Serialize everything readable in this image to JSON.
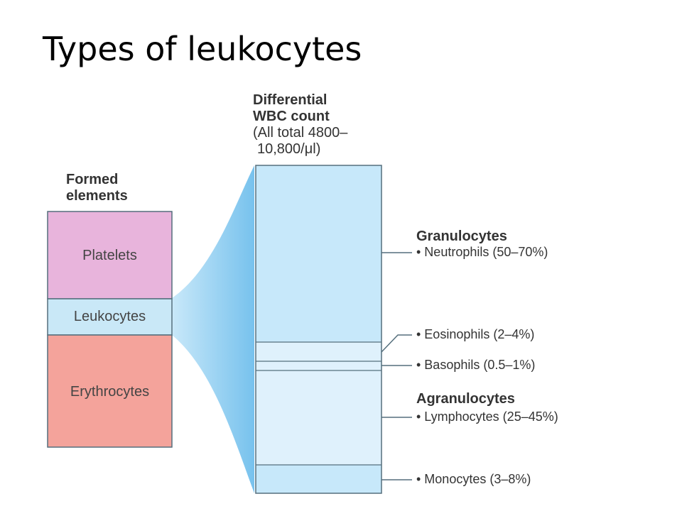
{
  "title": "Types of leukocytes",
  "formed_elements": {
    "heading_line1": "Formed",
    "heading_line2": "elements",
    "items": [
      {
        "label": "Platelets",
        "color": "#e8b4dc"
      },
      {
        "label": "Leukocytes",
        "color": "#c9e8f7"
      },
      {
        "label": "Erythrocytes",
        "color": "#f4a39b"
      }
    ]
  },
  "differential": {
    "heading_line1": "Differential",
    "heading_line2": "WBC count",
    "heading_line3": "(All total 4800–",
    "heading_line4": "10,800/μl)",
    "bar_color": "#c7e8fa",
    "band_color": "#dff1fc"
  },
  "groups": {
    "granulocytes": "Granulocytes",
    "agranulocytes": "Agranulocytes"
  },
  "cell_types": [
    {
      "label": "• Neutrophils (50–70%)"
    },
    {
      "label": "• Eosinophils (2–4%)"
    },
    {
      "label": "• Basophils (0.5–1%)"
    },
    {
      "label": "• Lymphocytes (25–45%)"
    },
    {
      "label": "• Monocytes (3–8%)"
    }
  ],
  "colors": {
    "outline": "#556f7d",
    "fan": "#8fcff2"
  }
}
